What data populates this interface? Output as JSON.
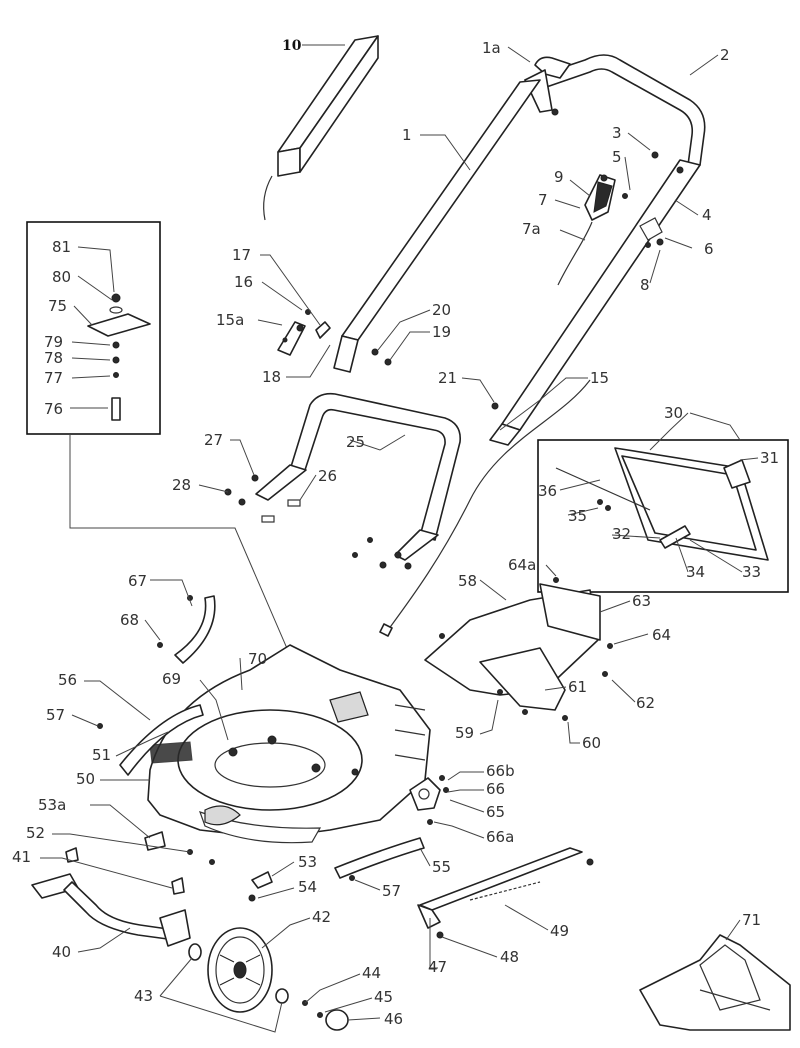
{
  "labels": {
    "p10": "10",
    "p1a": "1a",
    "p2": "2",
    "p1": "1",
    "p3": "3",
    "p5": "5",
    "p9": "9",
    "p7": "7",
    "p7a": "7a",
    "p4": "4",
    "p6": "6",
    "p8": "8",
    "p81": "81",
    "p80": "80",
    "p75": "75",
    "p79": "79",
    "p78": "78",
    "p77": "77",
    "p76": "76",
    "p17": "17",
    "p16": "16",
    "p15a": "15a",
    "p18": "18",
    "p20": "20",
    "p19": "19",
    "p21": "21",
    "p15": "15",
    "p30": "30",
    "p31": "31",
    "p36": "36",
    "p35": "35",
    "p32": "32",
    "p34": "34",
    "p33": "33",
    "p27": "27",
    "p25": "25",
    "p28": "28",
    "p26": "26",
    "p64a": "64a",
    "p58": "58",
    "p63": "63",
    "p64": "64",
    "p67": "67",
    "p68": "68",
    "p70": "70",
    "p69": "69",
    "p56": "56",
    "p57a": "57",
    "p61": "61",
    "p62": "62",
    "p51": "51",
    "p59": "59",
    "p60": "60",
    "p50": "50",
    "p66b": "66b",
    "p66": "66",
    "p65": "65",
    "p53a": "53a",
    "p66a": "66a",
    "p52": "52",
    "p41": "41",
    "p53": "53",
    "p55": "55",
    "p54": "54",
    "p57b": "57",
    "p42": "42",
    "p40": "40",
    "p49": "49",
    "p71": "71",
    "p48": "48",
    "p47": "47",
    "p44": "44",
    "p43": "43",
    "p45": "45",
    "p46": "46"
  }
}
